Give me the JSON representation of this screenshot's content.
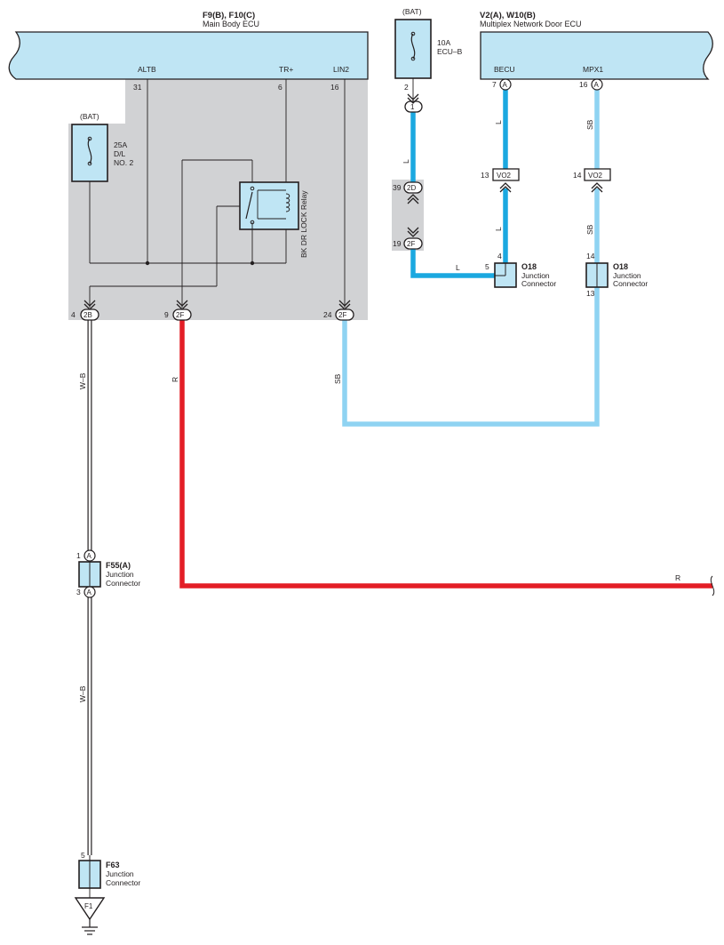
{
  "ecu_main": {
    "title": "F9(B), F10(C)",
    "subtitle": "Main Body ECU"
  },
  "ecu_door": {
    "title": "V2(A), W10(B)",
    "subtitle": "Multiplex Network Door ECU"
  },
  "terminals": {
    "altb": "ALTB",
    "trplus": "TR+",
    "lin2": "LIN2",
    "becu": "BECU",
    "mpx1": "MPX1"
  },
  "pins": {
    "altb": "31",
    "trplus": "6",
    "lin2": "16",
    "fuse_ecub_out": "2",
    "becu": "7",
    "mpx1": "16",
    "vo2_left": "13",
    "vo2_right": "14",
    "c2d": "39",
    "c2f_mid": "19",
    "o18a_top": "4",
    "o18a_left": "5",
    "o18b_top": "14",
    "o18b_bottom": "13",
    "c2b": "4",
    "c2f_r": "9",
    "c2f_sb": "24",
    "f55_top": "1",
    "f55_bottom": "3",
    "f63_top": "5"
  },
  "connector_codes": {
    "one": "1",
    "a": "A",
    "vo2": "VO2",
    "c2d": "2D",
    "c2f": "2F",
    "c2b": "2B"
  },
  "fuse_dl": {
    "bat": "(BAT)",
    "lines": [
      "25A",
      "D/L",
      "NO. 2"
    ]
  },
  "fuse_ecub": {
    "bat": "(BAT)",
    "lines": [
      "10A",
      "ECU–B"
    ]
  },
  "relay": {
    "label": "BK DR LOCK Relay"
  },
  "wire_colors": {
    "l": "L",
    "sb": "SB",
    "r": "R",
    "wb": "W–B",
    "hex": {
      "l": "#1ba8e0",
      "sb": "#8fd3f2",
      "r": "#e31e26",
      "wb": "#231f20"
    }
  },
  "junctions": {
    "o18": {
      "code": "O18",
      "lines": [
        "Junction",
        "Connector"
      ]
    },
    "f55": {
      "code": "F55(A)",
      "lines": [
        "Junction",
        "Connector"
      ]
    },
    "f63": {
      "code": "F63",
      "lines": [
        "Junction",
        "Connector"
      ]
    }
  },
  "ground": {
    "label": "F1"
  }
}
